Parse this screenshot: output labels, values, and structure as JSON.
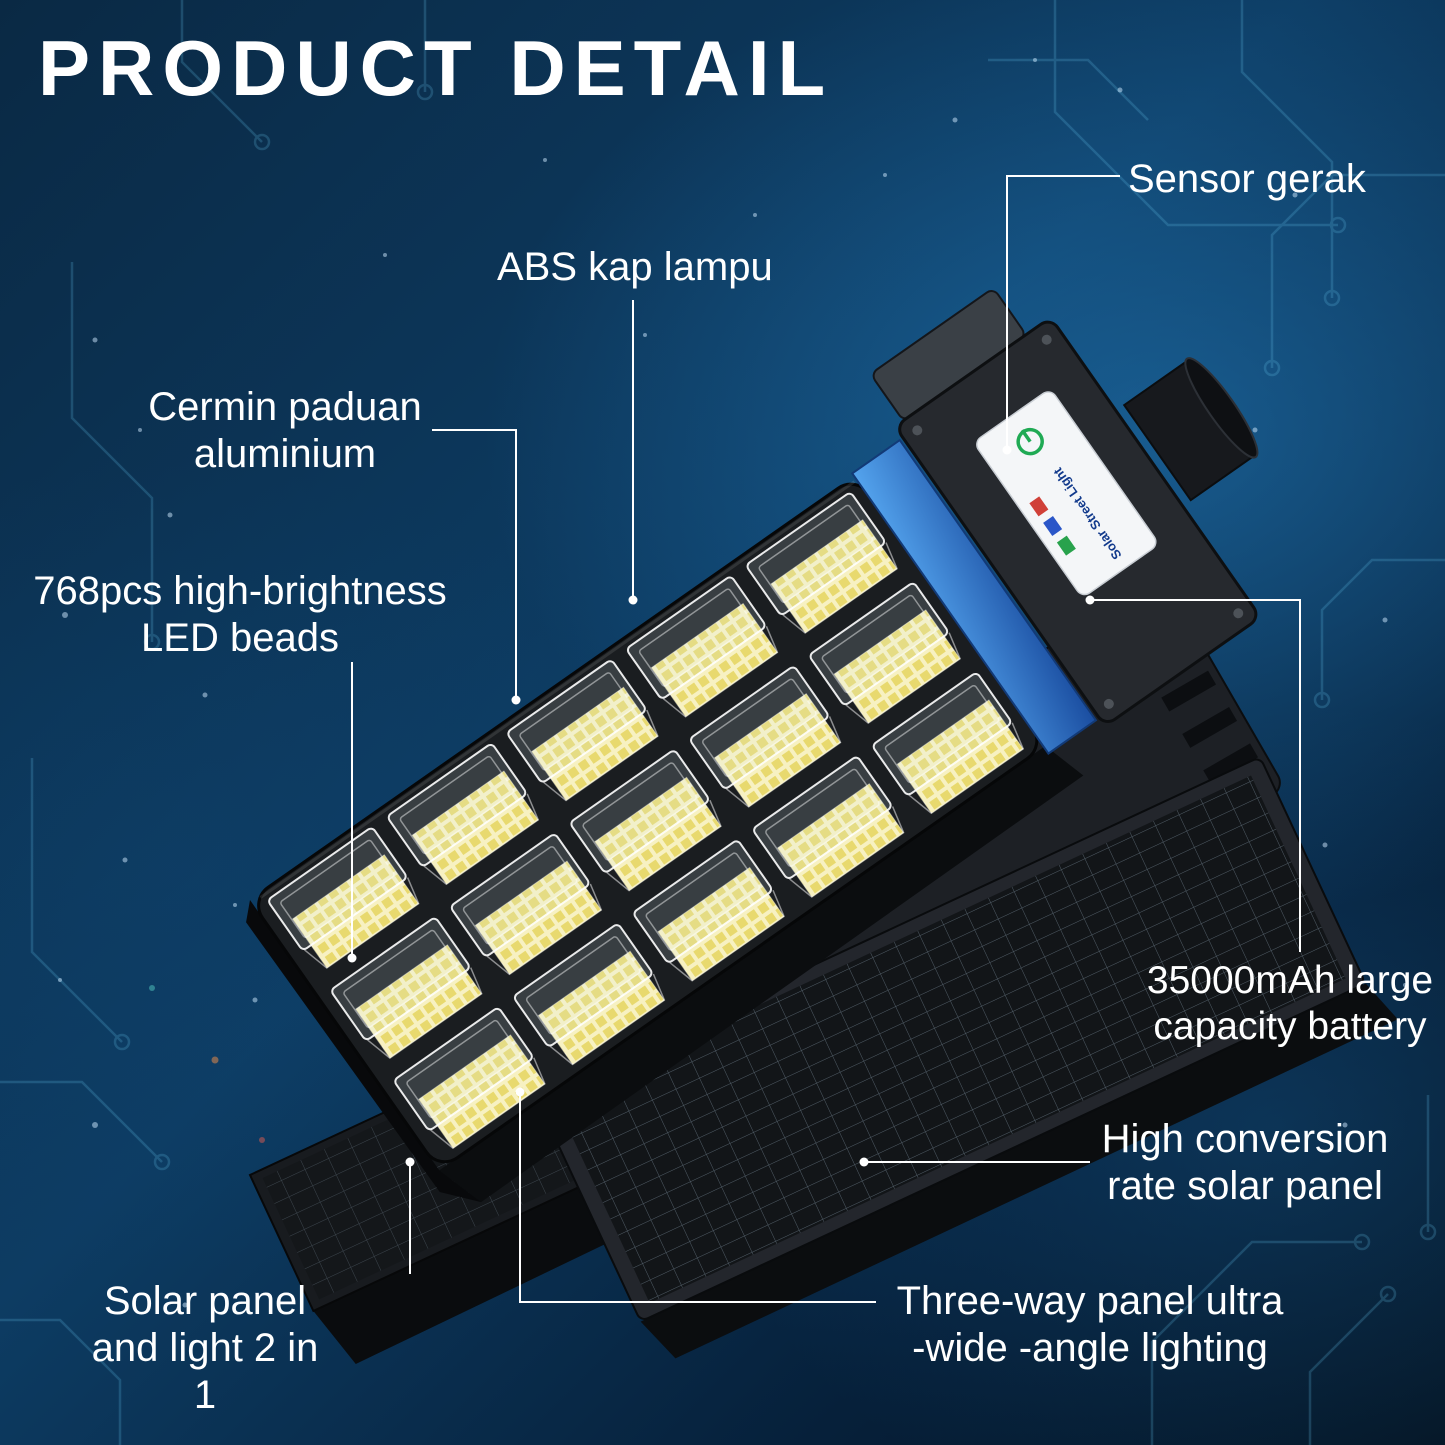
{
  "title": "PRODUCT DETAIL",
  "callouts": {
    "sensor": "Sensor gerak",
    "abs": "ABS kap lampu",
    "mirror": "Cermin paduan\naluminium",
    "led": "768pcs high-brightness\nLED beads",
    "battery": "35000mAh large\ncapacity battery",
    "solar": "High conversion\nrate solar panel",
    "threeway": "Three-way panel ultra\n-wide -angle lighting",
    "twoinone": "Solar panel\nand light 2 in 1"
  },
  "device": {
    "control_label": "Solar Street Light"
  },
  "colors": {
    "background_blue": "#0d3c63",
    "circuit_blue": "#66c4ec",
    "battery_blue": "#2f7fd6",
    "led_yellow": "#e8d96e",
    "callout_line": "#ffffff"
  }
}
